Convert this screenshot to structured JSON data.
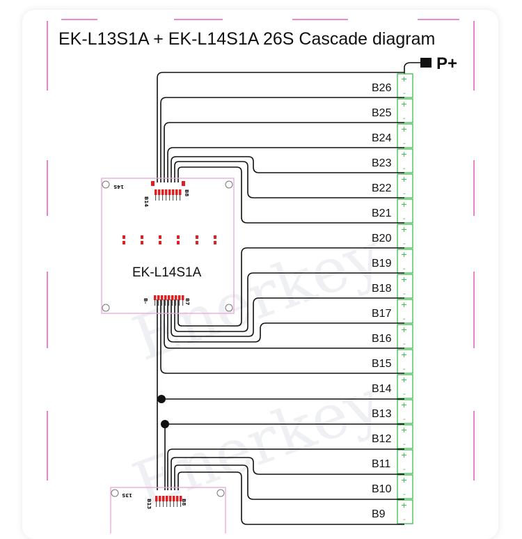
{
  "title": "EK-L13S1A + EK-L14S1A  26S Cascade diagram",
  "terminal_label": "P+",
  "watermark": "Enerkey",
  "top_board": {
    "name": "EK-L14S1A",
    "silk_id": "14S",
    "pin_label_start": "B14",
    "pin_label_end": "B8",
    "pin_label_low_start": "B-",
    "pin_label_low_end": "B7"
  },
  "bottom_board": {
    "silk_id": "13S",
    "pin_label_start": "B13",
    "pin_label_end": "B8"
  },
  "cells": [
    "B26",
    "B25",
    "B24",
    "B23",
    "B22",
    "B21",
    "B20",
    "B19",
    "B18",
    "B17",
    "B16",
    "B15",
    "B14",
    "B13",
    "B12",
    "B11",
    "B10",
    "B9"
  ],
  "colors": {
    "accent_magenta": "#e040b0",
    "cell_green": "#2db83d",
    "wire": "#111111",
    "connector_red": "#e02020"
  }
}
